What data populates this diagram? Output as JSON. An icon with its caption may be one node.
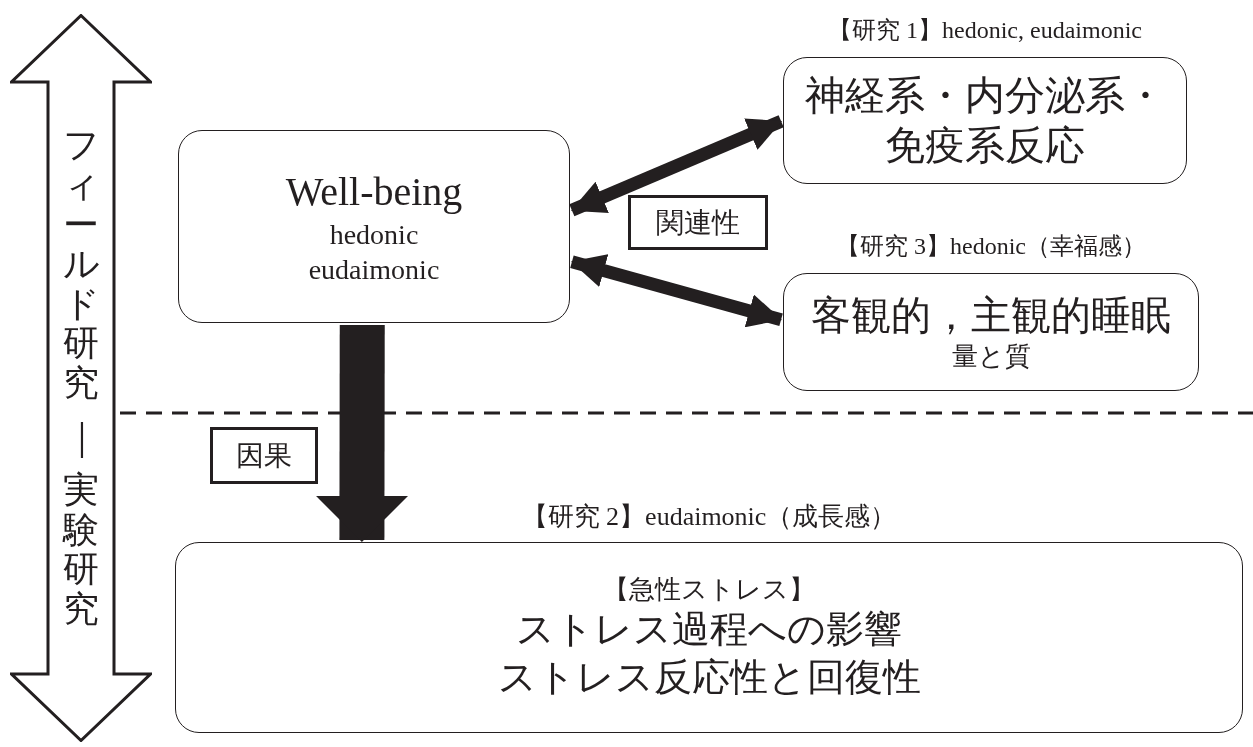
{
  "diagram": {
    "nodes": [
      {
        "text": [
          "Well-being",
          "hedonic",
          "eudaimonic"
        ]
      },
      {
        "text": [
          "【研究 1】hedonic, eudaimonic",
          "神経系・内分泌系・免疫系反応"
        ]
      },
      {
        "text": [
          "【研究 3】hedonic（幸福感）",
          "客観的，主観的睡眠",
          "量と質"
        ]
      },
      {
        "text": [
          "【研究 2】eudaimonic（成長感）",
          "【急性ストレス】",
          "ストレス過程への影響",
          "ストレス反応性と回復性"
        ]
      },
      {
        "text": [
          "関連性"
        ]
      },
      {
        "text": [
          "因果"
        ]
      },
      {
        "text": [
          "フィールド研究",
          "｜",
          "実験研究"
        ]
      }
    ],
    "edges": [
      {
        "from": 0,
        "to": 1,
        "arrow": "both"
      },
      {
        "from": 0,
        "to": 2,
        "arrow": "both"
      },
      {
        "from": 0,
        "to": 3,
        "arrow": "to",
        "style": "thick"
      }
    ]
  }
}
